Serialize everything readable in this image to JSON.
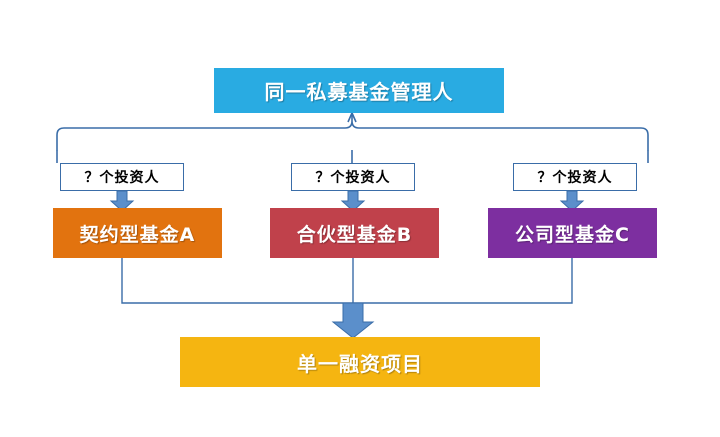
{
  "diagram": {
    "title_node": {
      "label": "同一私募基金管理人",
      "color": "#29ABE2"
    },
    "investor_labels": [
      {
        "label": "？个投资人"
      },
      {
        "label": "？个投资人"
      },
      {
        "label": "？个投资人"
      }
    ],
    "funds": [
      {
        "label": "契约型基金A",
        "color": "#E2730F"
      },
      {
        "label": "合伙型基金B",
        "color": "#C0414B"
      },
      {
        "label": "公司型基金C",
        "color": "#7D2FA0"
      }
    ],
    "project_node": {
      "label": "单一融资项目",
      "color": "#F5B511"
    },
    "connector_color": "#3A6DA8",
    "arrow_color": "#5B8FCB"
  }
}
